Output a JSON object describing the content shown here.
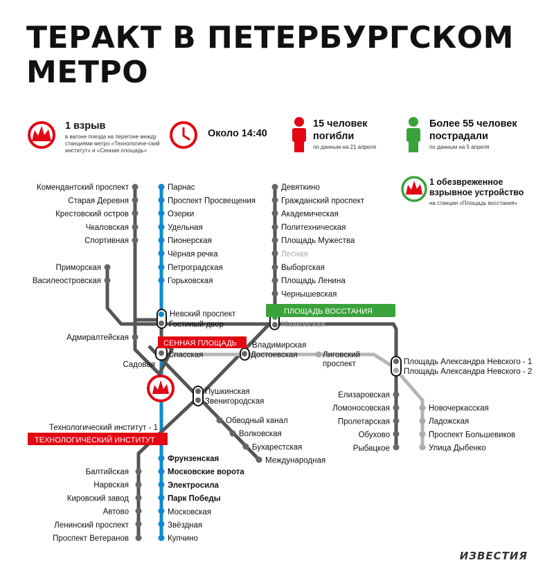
{
  "title": "ТЕРАКТ В ПЕТЕРБУРГСКОМ МЕТРО",
  "stats": {
    "explosions": {
      "label": "1 взрыв",
      "note": "в вагоне поезда на перегоне между станциями метро «Технологиче-ский институт» и «Сенная площадь»"
    },
    "time": {
      "label": "Около 14:40"
    },
    "killed": {
      "label": "15 человек погибли",
      "note": "по данным на 21 апреля"
    },
    "injured": {
      "label": "Более 55 человек пострадали",
      "note": "по данным на 5 апреля"
    },
    "defused": {
      "label": "1 обезвреженное взрывное устройство",
      "note": "на станции «Площадь восстания»"
    }
  },
  "colors": {
    "red": "#e30613",
    "blue": "#0c8ad1",
    "green": "#3aa23a",
    "dark": "#555555",
    "light": "#b5b5b5",
    "muted": "#aaaaaa"
  },
  "icons": {
    "explosion": "explosion-icon",
    "clock": "clock-icon",
    "person_red": "person-icon",
    "person_green": "person-icon",
    "device": "bomb-defused-icon"
  },
  "stations": {
    "line1": [
      "Девяткино",
      "Гражданский проспект",
      "Академическая",
      "Политехническая",
      "Площадь Мужества",
      "Лесная",
      "Выборгская",
      "Площадь Ленина",
      "Чернышевская",
      "Маяковская"
    ],
    "line2": [
      "Парнас",
      "Проспект Просвещения",
      "Озерки",
      "Удельная",
      "Пионерская",
      "Чёрная речка",
      "Петроградская",
      "Горьковская",
      "Невский проспект",
      "Спасская"
    ],
    "line2_south": [
      "Фрунзенская",
      "Московские ворота",
      "Электросила",
      "Парк Победы",
      "Московская",
      "Звёздная",
      "Купчино"
    ],
    "line3_west": [
      "Комендантский проспект",
      "Старая Деревня",
      "Крестовский остров",
      "Чкаловская",
      "Спортивная"
    ],
    "line4_west": [
      "Приморская",
      "Василеостровская"
    ],
    "transfer_a": [
      "Гостиный двор",
      "Адмиралтейская",
      "Садовая"
    ],
    "line1_south": [
      "Балтийская",
      "Нарвская",
      "Кировский завод",
      "Автово",
      "Ленинский проспект",
      "Проспект Ветеранов"
    ],
    "tech": "Технологический институт - 1",
    "tech_banner": "ТЕХНОЛОГИЧЕСКИЙ ИНСТИТУТ",
    "sennaya_banner": "СЕННАЯ ПЛОЩАДЬ",
    "vosstaniya_banner": "ПЛОЩАДЬ ВОССТАНИЯ",
    "vladimirskaya": "Владимирская",
    "dostoevskaya": "Достоевская",
    "ligovsky": [
      "Лиговский",
      "проспект"
    ],
    "pushkinskaya": "Пушкинская",
    "zvenigorodskaya": "Звенигородская",
    "diag_south": [
      "Обводный канал",
      "Волковская",
      "Бухарестская",
      "Международная"
    ],
    "nevsky_a1": "Площадь Александра Невского - 1",
    "nevsky_a2": "Площадь Александра Невского - 2",
    "line3_east": [
      "Елизаровская",
      "Ломоносовская",
      "Пролетарская",
      "Обухово",
      "Рыбацкое"
    ],
    "line4_east": [
      "Новочеркасская",
      "Ладожская",
      "Проспект Большевиков",
      "Улица Дыбенко"
    ]
  },
  "logo": "ИЗВЕСТИЯ"
}
